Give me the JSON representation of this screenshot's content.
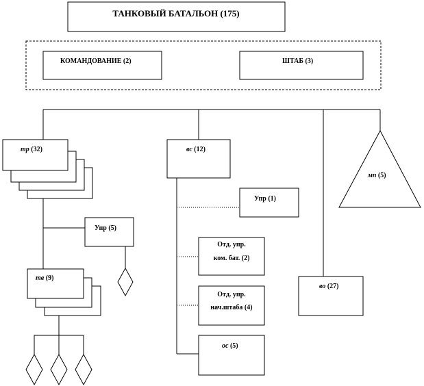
{
  "title": "ТАНКОВЫЙ БАТАЛЬОН (175)",
  "command": {
    "komandovanie": "КОМАНДОВАНИЕ  (2)",
    "shtab": "ШТАБ (3)"
  },
  "tr": {
    "abbr": "тр",
    "count": " (32)"
  },
  "upr_tr": "Упр (5)",
  "tv": {
    "abbr": "тв",
    "count": " (9)"
  },
  "vs": {
    "abbr": "вс",
    "count": " (12)"
  },
  "upr_vs": "Упр (1)",
  "otd1": [
    "Отд.  упр.",
    "ком. бат. (2)"
  ],
  "otd2": [
    "Отд.  упр.",
    "нач.штаба (4)"
  ],
  "os": {
    "abbr": "ос",
    "count": " (5)"
  },
  "mp": {
    "abbr": "мп",
    "count": " (5)"
  },
  "vo": {
    "abbr": "во",
    "count": " (27)"
  }
}
